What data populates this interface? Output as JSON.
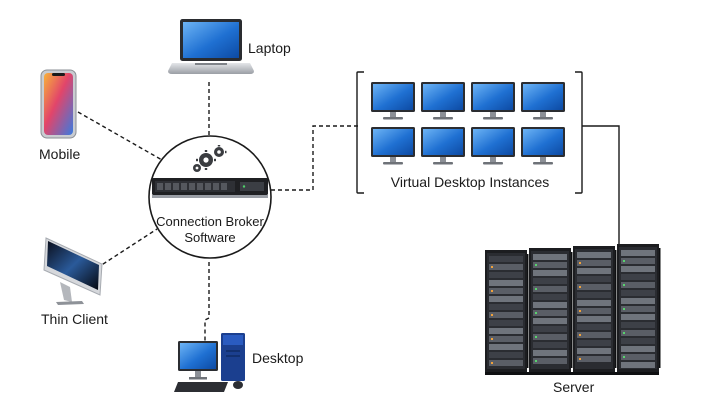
{
  "diagram": {
    "nodes": {
      "laptop": {
        "label": "Laptop",
        "icon": "laptop-icon"
      },
      "mobile": {
        "label": "Mobile",
        "icon": "smartphone-icon"
      },
      "thin_client": {
        "label": "Thin Client",
        "icon": "all-in-one-monitor-icon"
      },
      "desktop": {
        "label": "Desktop",
        "icon": "desktop-computer-icon"
      },
      "broker": {
        "label_line1": "Connection Broker",
        "label_line2": "Software",
        "icon": "rack-server-with-gears-icon"
      },
      "vdi": {
        "label": "Virtual Desktop Instances",
        "icon": "monitor-icon",
        "monitor_count": 8
      },
      "server": {
        "label": "Server",
        "icon": "server-racks-icon",
        "rack_count": 4
      }
    },
    "connections": [
      {
        "from": "broker",
        "to": "laptop",
        "style": "dashed"
      },
      {
        "from": "broker",
        "to": "mobile",
        "style": "dashed"
      },
      {
        "from": "broker",
        "to": "thin_client",
        "style": "dashed"
      },
      {
        "from": "broker",
        "to": "desktop",
        "style": "dashed"
      },
      {
        "from": "broker",
        "to": "vdi",
        "style": "dashed"
      },
      {
        "from": "vdi",
        "to": "server",
        "style": "solid"
      }
    ],
    "colors": {
      "line": "#1a1a1a",
      "screen": "#1e6fd0",
      "screen_light": "#5fa8ee",
      "device_silver": "#b9bcc1",
      "rack": "#1c1d20"
    }
  }
}
